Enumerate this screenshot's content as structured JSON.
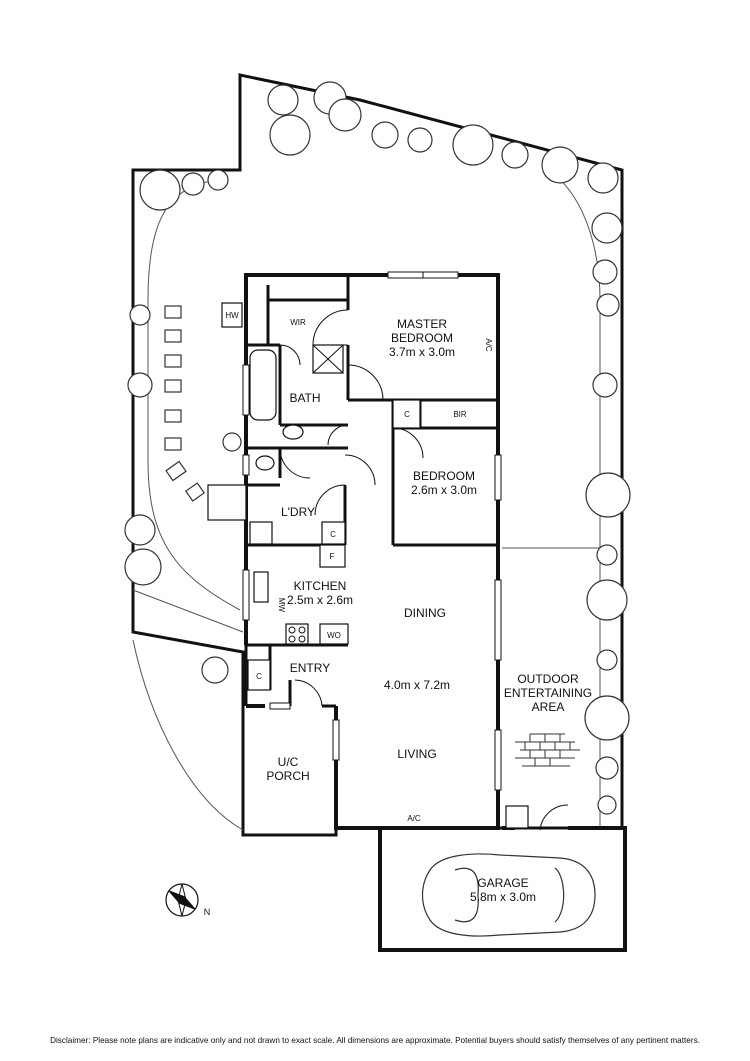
{
  "rooms": {
    "master_bedroom": {
      "name_line1": "MASTER",
      "name_line2": "BEDROOM",
      "dims": "3.7m x 3.0m"
    },
    "bedroom": {
      "name": "BEDROOM",
      "dims": "2.6m x 3.0m"
    },
    "bath": {
      "name": "BATH"
    },
    "wir": {
      "name": "WIR"
    },
    "bir": {
      "name": "BIR"
    },
    "laundry": {
      "name": "L'DRY"
    },
    "kitchen": {
      "name": "KITCHEN",
      "dims": "2.5m x 2.6m"
    },
    "dining": {
      "name": "DINING"
    },
    "living_dims": "4.0m x 7.2m",
    "living": {
      "name": "LIVING"
    },
    "entry": {
      "name": "ENTRY"
    },
    "porch": {
      "name_line1": "U/C",
      "name_line2": "PORCH"
    },
    "outdoor": {
      "name_line1": "OUTDOOR",
      "name_line2": "ENTERTAINING",
      "name_line3": "AREA"
    },
    "garage": {
      "name": "GARAGE",
      "dims": "5.8m x 3.0m"
    }
  },
  "fixtures": {
    "hw": "HW",
    "ac_master": "A/C",
    "ac_living": "A/C",
    "cupboard_bedroom": "C",
    "cupboard_laundry": "C",
    "cupboard_entry": "C",
    "fridge": "F",
    "microwave": "MW",
    "wall_oven": "WO"
  },
  "compass": {
    "north": "N"
  },
  "disclaimer": "Disclaimer: Please note plans are indicative only and not drawn to exact scale. All dimensions are approximate. Potential buyers should satisfy themselves of any pertinent matters."
}
